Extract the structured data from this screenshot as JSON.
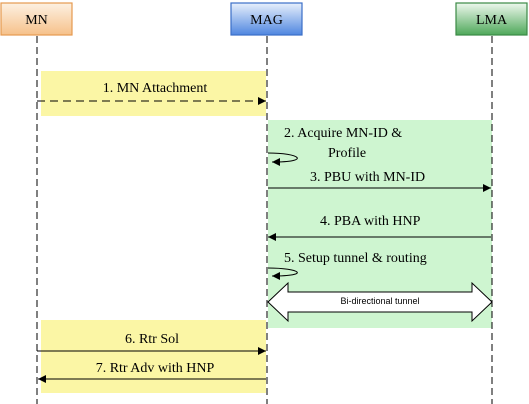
{
  "entities": {
    "mn": {
      "label": "MN",
      "fill": "#fbe3c9",
      "stroke": "#e59a4f"
    },
    "mag": {
      "label": "MAG",
      "fill": "#6fa0e6",
      "stroke": "#3b6fc7"
    },
    "lma": {
      "label": "LMA",
      "fill": "#7fc58a",
      "stroke": "#3b8a45"
    }
  },
  "colors": {
    "yellow_highlight": "#fbf6a5",
    "green_highlight": "#cef5d0",
    "line": "#000000"
  },
  "messages": [
    {
      "id": "mn-attachment",
      "text": "1. MN Attachment",
      "style": "dashed"
    },
    {
      "id": "acquire",
      "text_line1": "2. Acquire MN-ID &",
      "text_line2": "Profile",
      "style": "self-loop"
    },
    {
      "id": "pbu",
      "text": "3.  PBU with MN-ID",
      "style": "solid"
    },
    {
      "id": "pba",
      "text": "4.  PBA with HNP",
      "style": "solid"
    },
    {
      "id": "setup",
      "text": "5. Setup tunnel & routing",
      "style": "self-loop"
    },
    {
      "id": "rtr-sol",
      "text": "6. Rtr Sol",
      "style": "solid"
    },
    {
      "id": "rtr-adv",
      "text": "7. Rtr Adv with HNP",
      "style": "solid"
    }
  ],
  "tunnel": {
    "label": "Bi-directional tunnel"
  }
}
